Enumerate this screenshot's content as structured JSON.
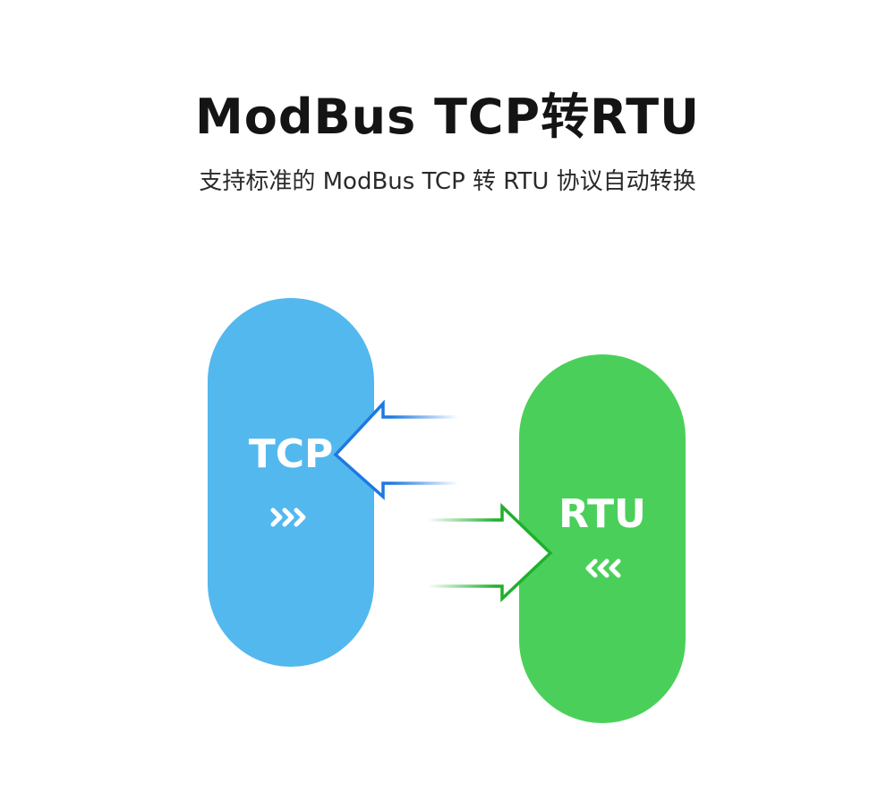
{
  "header": {
    "title": "ModBus TCP转RTU",
    "subtitle": "支持标准的 ModBus TCP 转 RTU 协议自动转换"
  },
  "diagram": {
    "nodes": [
      {
        "id": "tcp",
        "label": "TCP",
        "color": "#53b8ee",
        "direction_icon": "chevrons-right-icon"
      },
      {
        "id": "rtu",
        "label": "RTU",
        "color": "#4ad05a",
        "direction_icon": "chevrons-left-icon"
      }
    ],
    "edges": [
      {
        "from": "rtu",
        "to": "tcp",
        "color": "#1f78e0",
        "style": "hollow-arrow-left"
      },
      {
        "from": "tcp",
        "to": "rtu",
        "color": "#1fb02c",
        "style": "hollow-arrow-right"
      }
    ]
  }
}
